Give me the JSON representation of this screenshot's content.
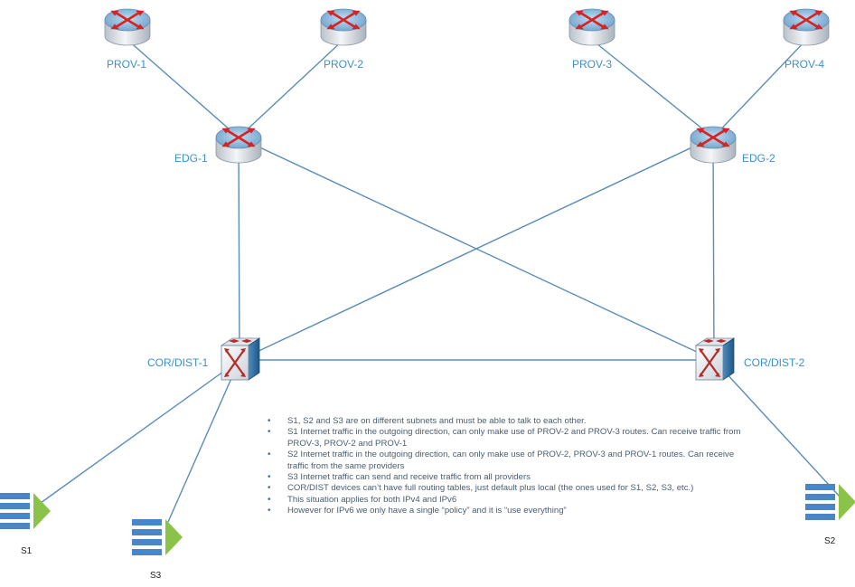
{
  "colors": {
    "accent": "#3f8fc9",
    "link": "#5b8db8",
    "router_body": "#e4e8ec",
    "router_top": "#7aaed4",
    "router_arrows": "#d62424",
    "switch_body": "#3a75a6",
    "server_blue": "#4a86c5",
    "server_green": "#8bc34a"
  },
  "nodes": {
    "prov1": {
      "label": "PROV-1",
      "icon": "router-icon"
    },
    "prov2": {
      "label": "PROV-2",
      "icon": "router-icon"
    },
    "prov3": {
      "label": "PROV-3",
      "icon": "router-icon"
    },
    "prov4": {
      "label": "PROV-4",
      "icon": "router-icon"
    },
    "edg1": {
      "label": "EDG-1",
      "icon": "router-icon"
    },
    "edg2": {
      "label": "EDG-2",
      "icon": "router-icon"
    },
    "cor1": {
      "label": "COR/DIST-1",
      "icon": "multilayer-switch-icon"
    },
    "cor2": {
      "label": "COR/DIST-2",
      "icon": "multilayer-switch-icon"
    },
    "s1": {
      "label": "S1",
      "icon": "server-stack-icon"
    },
    "s2": {
      "label": "S2",
      "icon": "server-stack-icon"
    },
    "s3": {
      "label": "S3",
      "icon": "server-stack-icon"
    }
  },
  "links": [
    [
      "prov1",
      "edg1"
    ],
    [
      "prov2",
      "edg1"
    ],
    [
      "prov3",
      "edg2"
    ],
    [
      "prov4",
      "edg2"
    ],
    [
      "edg1",
      "cor1"
    ],
    [
      "edg1",
      "cor2"
    ],
    [
      "edg2",
      "cor1"
    ],
    [
      "edg2",
      "cor2"
    ],
    [
      "cor1",
      "cor2"
    ],
    [
      "cor1",
      "s1"
    ],
    [
      "cor1",
      "s3"
    ],
    [
      "cor2",
      "s2"
    ]
  ],
  "notes": [
    "S1, S2 and S3 are on different subnets and must be able to talk to each other.",
    "S1 Internet traffic in the outgoing direction, can only make use of PROV-2 and PROV-3 routes. Can receive traffic from PROV-3, PROV-2 and PROV-1",
    "S2 Internet traffic in the outgoing direction, can only make use of PROV-2, PROV-3 and PROV-1 routes. Can receive traffic from the same providers",
    "S3 Internet traffic can send and receive traffic from all providers",
    "COR/DIST devices can’t have full routing tables, just default plus local (the ones used for S1, S2, S3, etc.)",
    "This situation applies for both IPv4 and IPv6",
    "However for IPv6 we only have a single “policy” and it is “use everything”"
  ]
}
